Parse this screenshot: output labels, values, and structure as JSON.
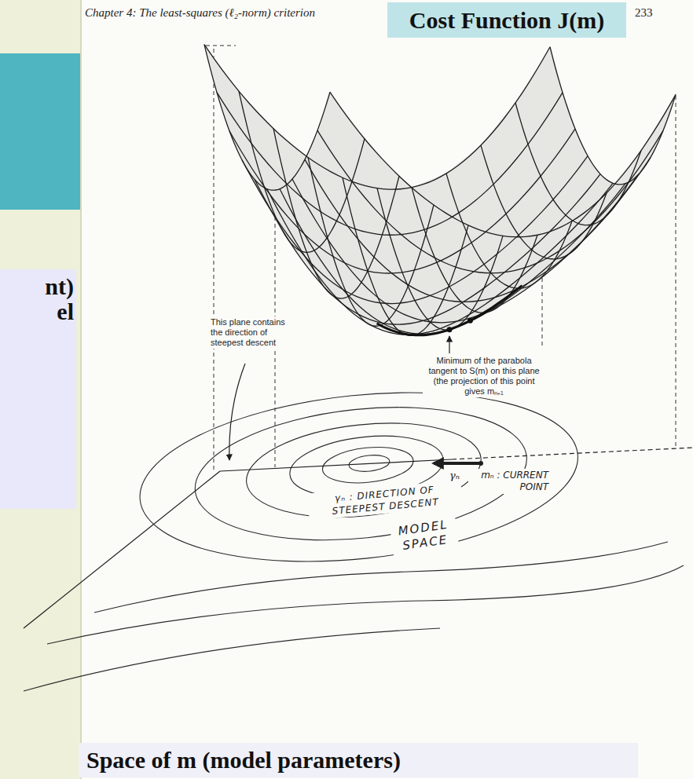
{
  "diagram": {
    "nodes": [
      {
        "text": [
          "Cost Function J(m)"
        ]
      },
      {
        "text": [
          "nt)",
          "el"
        ]
      },
      {
        "text": [
          "Space of m (model parameters)"
        ]
      }
    ],
    "labels": [
      "Chapter 4: The least-squares (ℓ₂-norm) criterion",
      "233",
      "This plane contains the direction of steepest descent",
      "Minimum of the parabola tangent to S(m) on this plane (the projection of this point gives mₙ₊₁",
      "γₙ",
      "mₙ : CURRENT POINT",
      "γₙ : DIRECTION OF STEEPEST DESCENT",
      "MODEL SPACE"
    ]
  }
}
